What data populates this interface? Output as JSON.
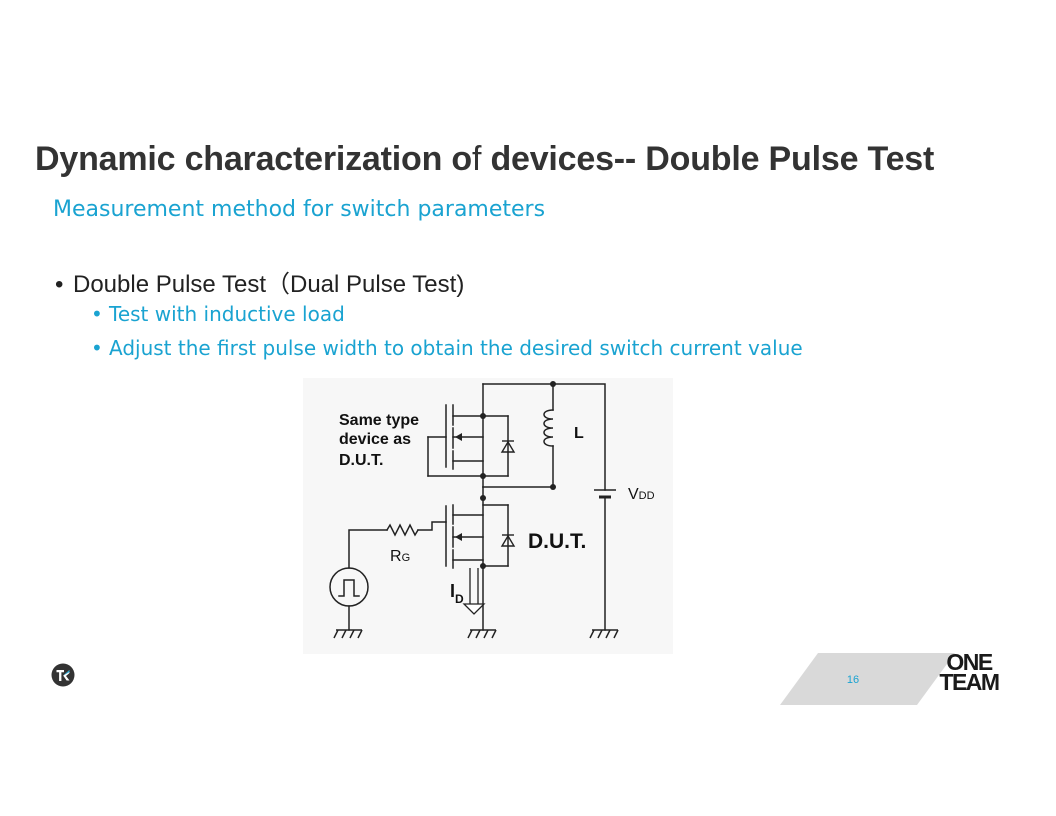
{
  "slide": {
    "title_part1": "Dynamic characterization o",
    "title_part2": "f",
    "title_part3": " devices-- Double Pulse Test",
    "subtitle": "Measurement method for switch parameters",
    "bullet": "Double Pulse Test（Dual Pulse Test)",
    "sub_bullets": [
      "Test with inductive load",
      "Adjust the first pulse width to obtain the desired switch current value"
    ],
    "bullet_marker": "•",
    "page_number": "16",
    "brand_line1": "ONE",
    "brand_line2": "TEAM"
  },
  "diagram": {
    "label_same_type_line1": "Same type",
    "label_same_type_line2": "device as",
    "label_same_type_line3": "D.U.T.",
    "label_inductor": "L",
    "label_vdd_main": "V",
    "label_vdd_sub": "DD",
    "label_dut": "D.U.T.",
    "label_rg_main": "R",
    "label_rg_sub": "G",
    "label_id_main": "I",
    "label_id_sub": "D"
  },
  "colors": {
    "title": "#333333",
    "accent": "#1aa3d1",
    "page_box": "#d9d9d9"
  }
}
